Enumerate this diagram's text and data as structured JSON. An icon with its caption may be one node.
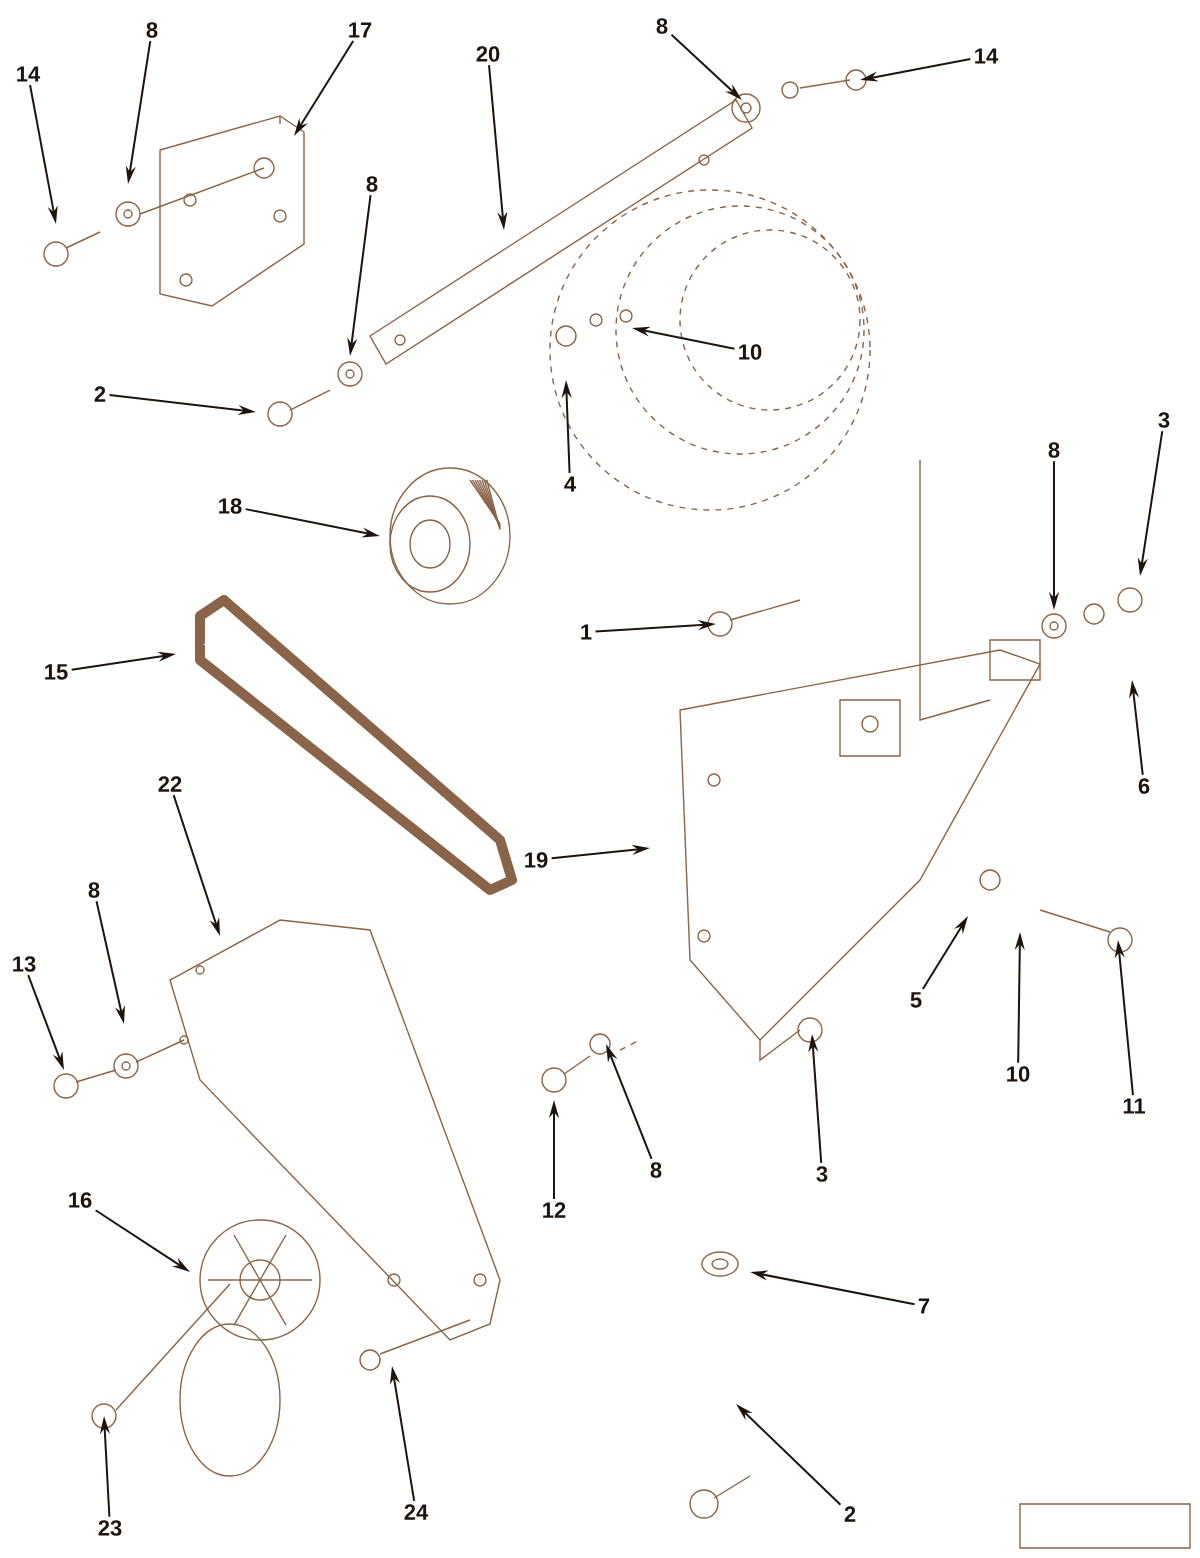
{
  "diagram": {
    "nodes": [
      {
        "text": [
          "14"
        ]
      },
      {
        "text": [
          "8"
        ]
      },
      {
        "text": [
          "17"
        ]
      },
      {
        "text": [
          "20"
        ]
      },
      {
        "text": [
          "8"
        ]
      },
      {
        "text": [
          "14"
        ]
      },
      {
        "text": [
          "8"
        ]
      },
      {
        "text": [
          "10"
        ]
      },
      {
        "text": [
          "2"
        ]
      },
      {
        "text": [
          "4"
        ]
      },
      {
        "text": [
          "18"
        ]
      },
      {
        "text": [
          "1"
        ]
      },
      {
        "text": [
          "15"
        ]
      },
      {
        "text": [
          "8"
        ]
      },
      {
        "text": [
          "3"
        ]
      },
      {
        "text": [
          "6"
        ]
      },
      {
        "text": [
          "22"
        ]
      },
      {
        "text": [
          "19"
        ]
      },
      {
        "text": [
          "13"
        ]
      },
      {
        "text": [
          "8"
        ]
      },
      {
        "text": [
          "5"
        ]
      },
      {
        "text": [
          "10"
        ]
      },
      {
        "text": [
          "11"
        ]
      },
      {
        "text": [
          "12"
        ]
      },
      {
        "text": [
          "8"
        ]
      },
      {
        "text": [
          "3"
        ]
      },
      {
        "text": [
          "7"
        ]
      },
      {
        "text": [
          "16"
        ]
      },
      {
        "text": [
          "23"
        ]
      },
      {
        "text": [
          "24"
        ]
      },
      {
        "text": [
          "2"
        ]
      }
    ],
    "edges": [
      {
        "from": 0,
        "to": null,
        "arrow": "to"
      },
      {
        "from": 1,
        "to": null,
        "arrow": "to"
      },
      {
        "from": 2,
        "to": null,
        "arrow": "to"
      },
      {
        "from": 3,
        "to": null,
        "arrow": "to"
      },
      {
        "from": 4,
        "to": null,
        "arrow": "to"
      },
      {
        "from": 5,
        "to": null,
        "arrow": "to"
      },
      {
        "from": 6,
        "to": null,
        "arrow": "to"
      },
      {
        "from": 7,
        "to": null,
        "arrow": "to"
      },
      {
        "from": 8,
        "to": null,
        "arrow": "to"
      },
      {
        "from": 9,
        "to": null,
        "arrow": "to"
      },
      {
        "from": 10,
        "to": null,
        "arrow": "to"
      },
      {
        "from": 11,
        "to": null,
        "arrow": "to"
      },
      {
        "from": 12,
        "to": null,
        "arrow": "to"
      },
      {
        "from": 13,
        "to": null,
        "arrow": "to"
      },
      {
        "from": 14,
        "to": null,
        "arrow": "to"
      },
      {
        "from": 15,
        "to": null,
        "arrow": "to"
      },
      {
        "from": 16,
        "to": null,
        "arrow": "to"
      },
      {
        "from": 17,
        "to": null,
        "arrow": "to"
      },
      {
        "from": 18,
        "to": null,
        "arrow": "to"
      },
      {
        "from": 19,
        "to": null,
        "arrow": "to"
      },
      {
        "from": 20,
        "to": null,
        "arrow": "to"
      },
      {
        "from": 21,
        "to": null,
        "arrow": "to"
      },
      {
        "from": 22,
        "to": null,
        "arrow": "to"
      },
      {
        "from": 23,
        "to": null,
        "arrow": "to"
      },
      {
        "from": 24,
        "to": null,
        "arrow": "to"
      },
      {
        "from": 25,
        "to": null,
        "arrow": "to"
      },
      {
        "from": 26,
        "to": null,
        "arrow": "to"
      },
      {
        "from": 27,
        "to": null,
        "arrow": "to"
      },
      {
        "from": 28,
        "to": null,
        "arrow": "to"
      },
      {
        "from": 29,
        "to": null,
        "arrow": "to"
      },
      {
        "from": 30,
        "to": null,
        "arrow": "to"
      }
    ]
  }
}
